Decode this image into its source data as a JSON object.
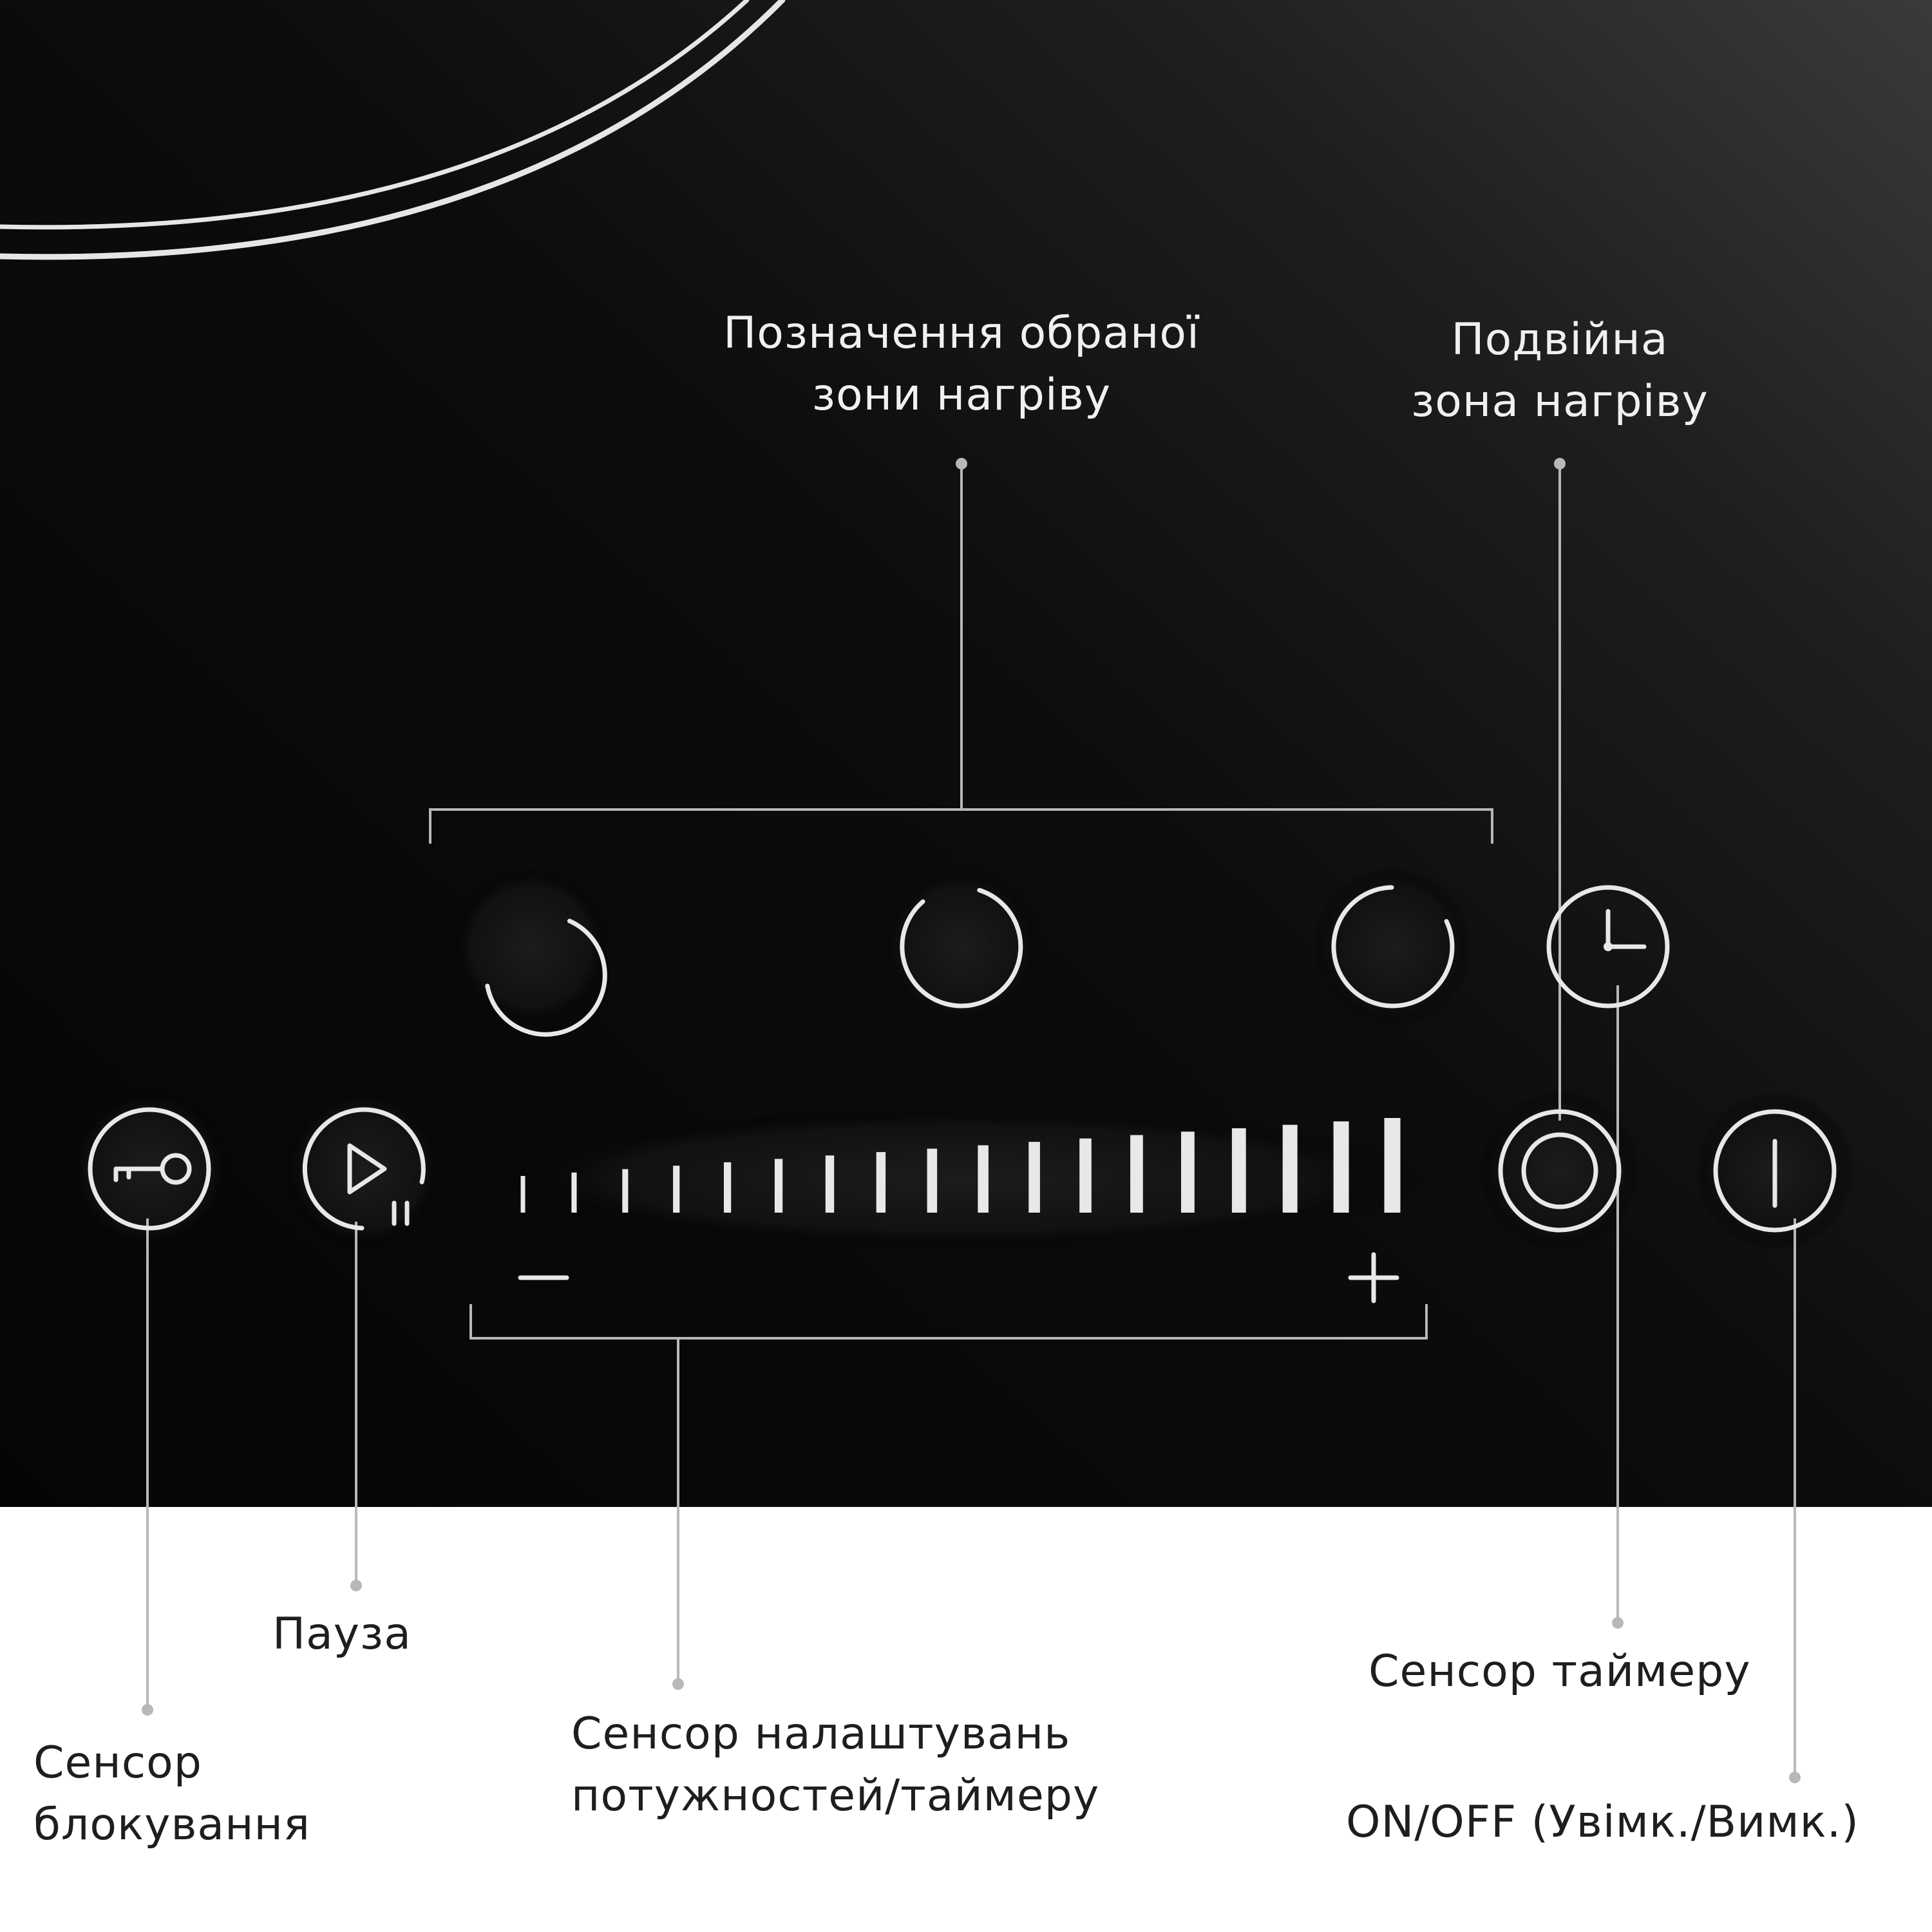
{
  "labels": {
    "zone_indicator": [
      "Позначення обраної",
      "зони нагріву"
    ],
    "dual_zone": [
      "Подвійна",
      "зона нагріву"
    ],
    "pause": "Пауза",
    "lock_sensor": [
      "Сенсор",
      "блокування"
    ],
    "power_slider": [
      "Сенсор налаштувань",
      "потужностей/таймеру"
    ],
    "timer_sensor": "Сенсор таймеру",
    "on_off": "ON/OFF (Увімк./Вимк.)"
  },
  "slider": {
    "minus_symbol": "−",
    "plus_symbol": "+",
    "bar_count": 18
  },
  "icons": [
    "key-lock-icon",
    "play-pause-icon",
    "zone-ring-icon",
    "clock-icon",
    "dual-zone-icon",
    "power-icon",
    "minus-icon",
    "plus-icon"
  ],
  "colors": {
    "panel_dark": "#050505",
    "panel_highlight": "#3a3a3a",
    "icon_stroke": "#e8e8e8",
    "leader_line": "#b8b8b8",
    "label_on_dark": "#f0f0f0",
    "label_on_light": "#1e1e1e",
    "background_light": "#ffffff"
  }
}
